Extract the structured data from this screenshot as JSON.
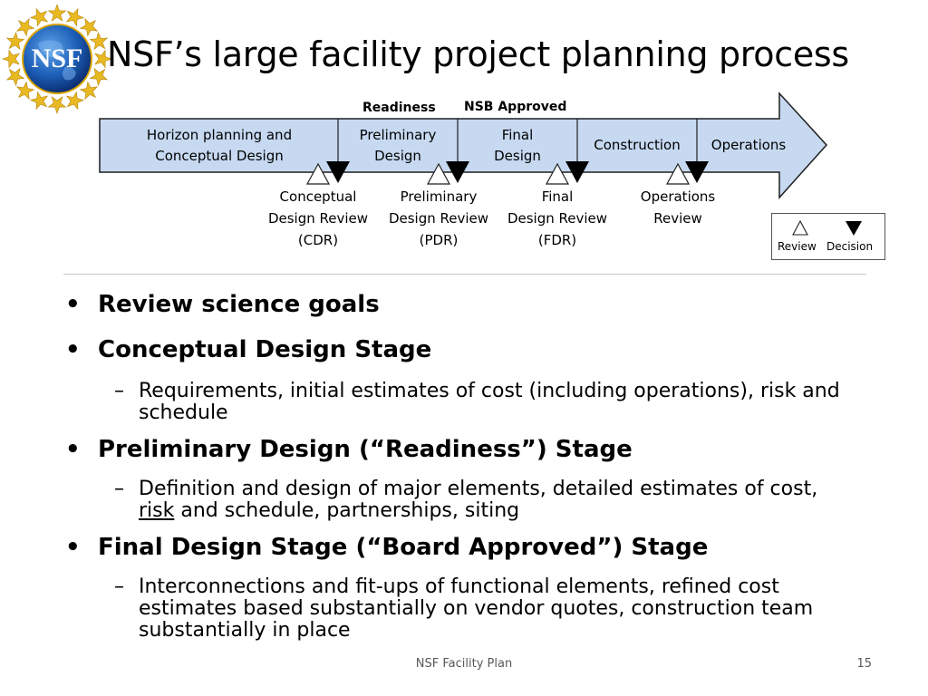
{
  "slide": {
    "title": "NSF’s large facility project planning process",
    "logo_text": "NSF",
    "footer": "NSF Facility Plan",
    "page_number": "15"
  },
  "diagram": {
    "milestones": [
      "Readiness",
      "NSB Approved"
    ],
    "stages": [
      {
        "line1": "Horizon planning and",
        "line2": "Conceptual Design"
      },
      {
        "line1": "Preliminary",
        "line2": "Design"
      },
      {
        "line1": "Final",
        "line2": "Design"
      },
      {
        "line1": "Construction",
        "line2": ""
      },
      {
        "line1": "Operations",
        "line2": ""
      }
    ],
    "reviews": [
      {
        "line1": "Conceptual",
        "line2": "Design Review",
        "line3": "(CDR)"
      },
      {
        "line1": "Preliminary",
        "line2": "Design Review",
        "line3": "(PDR)"
      },
      {
        "line1": "Final",
        "line2": "Design Review",
        "line3": "(FDR)"
      },
      {
        "line1": "Operations",
        "line2": "Review",
        "line3": ""
      }
    ],
    "legend": {
      "review": "Review",
      "decision": "Decision"
    },
    "colors": {
      "fill": "#c6d9f1",
      "stroke": "#1f1f1f",
      "decision": "#000000"
    }
  },
  "bullets": [
    {
      "text": "Review science goals",
      "subs": []
    },
    {
      "text": "Conceptual Design Stage",
      "subs": [
        {
          "text": "Requirements, initial estimates of cost (including operations), risk and schedule"
        }
      ]
    },
    {
      "text": "Preliminary Design (“Readiness”) Stage",
      "subs": [
        {
          "pre": "Definition and design of major elements, detailed estimates of cost, ",
          "underlined": "risk",
          "post": " and schedule, partnerships, siting"
        }
      ]
    },
    {
      "text": "Final Design Stage (“Board Approved”) Stage",
      "subs": [
        {
          "text": "Interconnections and fit-ups of functional elements, refined cost estimates based substantially on vendor quotes, construction team substantially in place"
        }
      ]
    }
  ]
}
